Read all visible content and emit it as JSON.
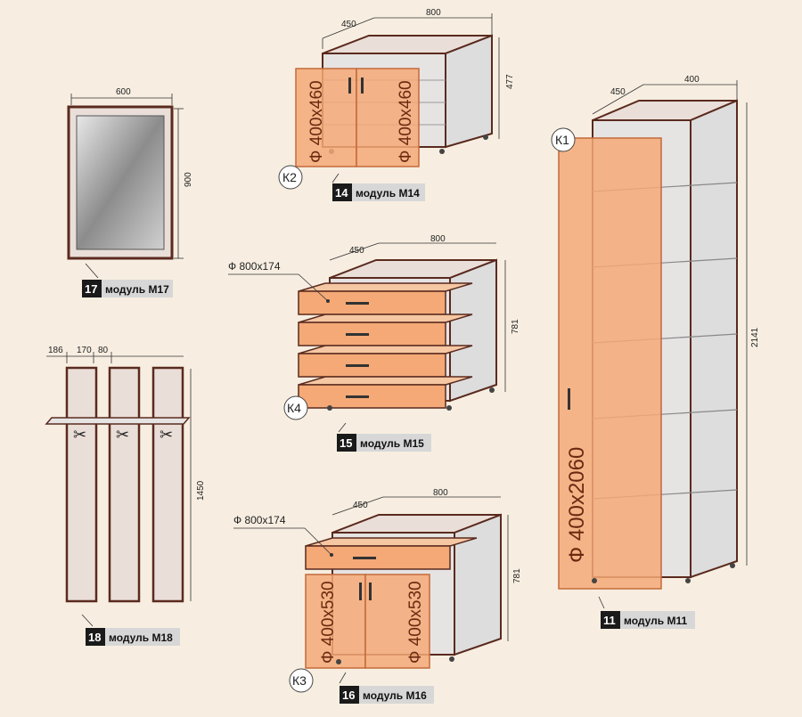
{
  "m17": {
    "num": "17",
    "label": "модуль М17",
    "width": "600",
    "height": "900"
  },
  "m14": {
    "num": "14",
    "label": "модуль М14",
    "depth": "450",
    "width": "800",
    "height": "477",
    "door_left": "Ф 400х460",
    "door_right": "Ф 400х460",
    "callout": "К2"
  },
  "m15": {
    "num": "15",
    "label": "модуль М15",
    "depth": "450",
    "width": "800",
    "height": "781",
    "drawer": "Ф 800х174",
    "callout": "К4"
  },
  "m16": {
    "num": "16",
    "label": "модуль М16",
    "depth": "450",
    "width": "800",
    "height": "781",
    "drawer": "Ф 800х174",
    "door_left": "Ф 400х530",
    "door_right": "Ф 400х530",
    "callout": "К3"
  },
  "m18": {
    "num": "18",
    "label": "модуль М18",
    "w1": "186",
    "w2": "170",
    "w3": "80",
    "height": "1450"
  },
  "m11": {
    "num": "11",
    "label": "модуль М11",
    "depth": "450",
    "width": "400",
    "height": "2141",
    "door": "Ф 400х2060",
    "callout": "К1"
  },
  "colors": {
    "background": "#f7eee1",
    "door": "#f4a977",
    "frame": "#5a2a1e",
    "panel": "#eaded8",
    "label_dark": "#1a1a1a",
    "label_light": "#d7d7d7"
  }
}
